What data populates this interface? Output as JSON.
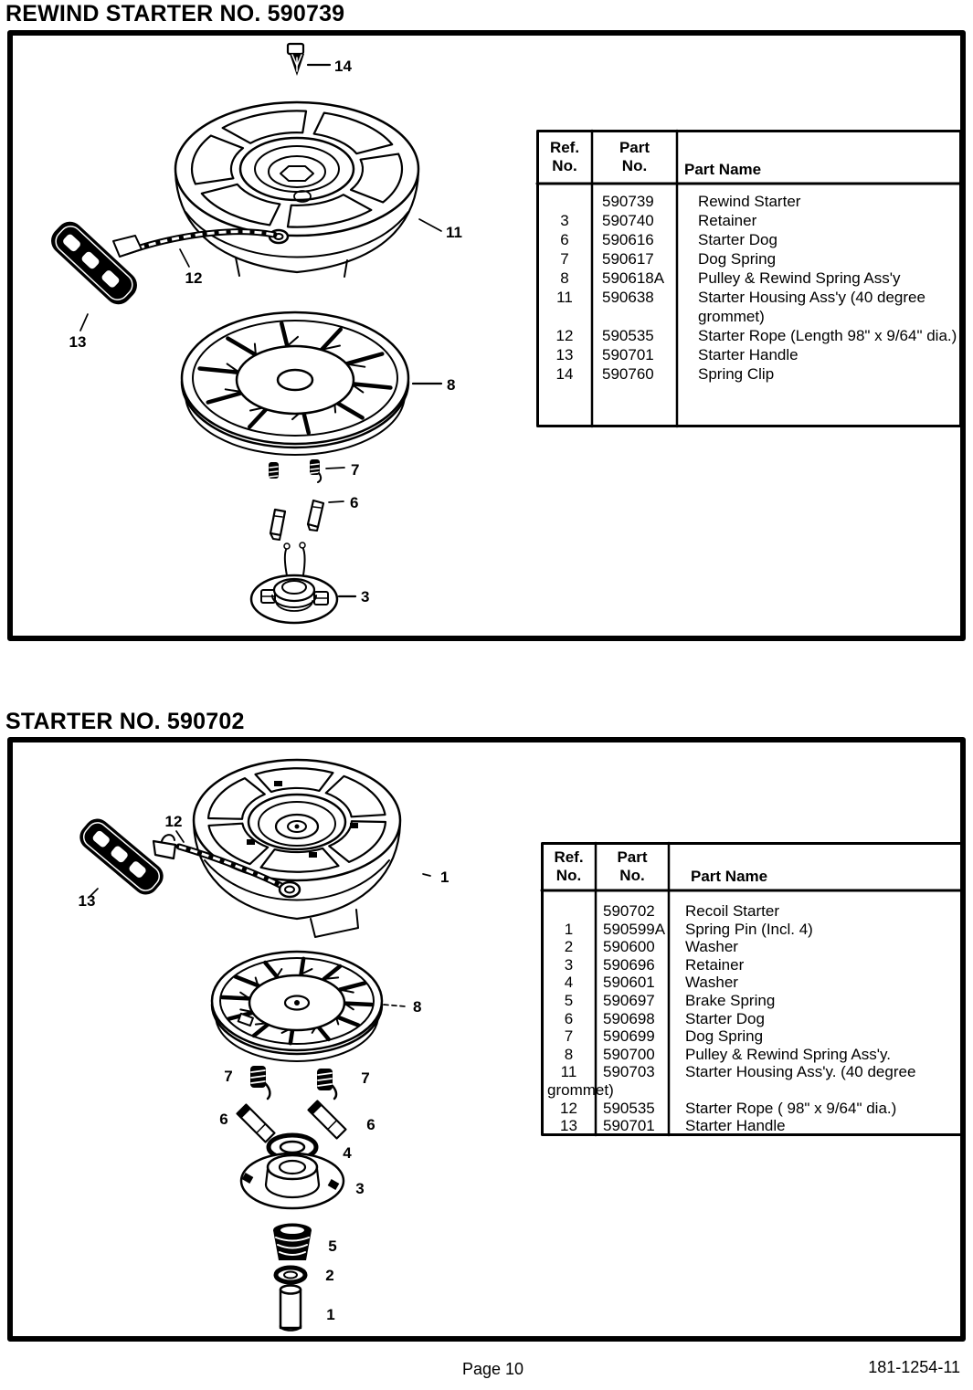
{
  "page": {
    "footer_page_label": "Page 10",
    "footer_doc_number": "181-1254-11",
    "ink_color": "#000000",
    "paper_color": "#ffffff"
  },
  "sections": [
    {
      "title": "REWIND STARTER NO. 590739",
      "callouts": {
        "spring_clip": "14",
        "housing": "11",
        "rope": "12",
        "handle": "13",
        "pulley": "8",
        "dog_spring": "7",
        "starter_dog": "6",
        "retainer": "3"
      },
      "table": {
        "headers": {
          "ref_line1": "Ref.",
          "ref_line2": "No.",
          "part_line1": "Part",
          "part_line2": "No.",
          "name": "Part Name"
        },
        "rows": [
          {
            "ref": "",
            "part": "590739",
            "name": "Rewind Starter"
          },
          {
            "ref": "3",
            "part": "590740",
            "name": "Retainer"
          },
          {
            "ref": "6",
            "part": "590616",
            "name": "Starter Dog"
          },
          {
            "ref": "7",
            "part": "590617",
            "name": "Dog Spring"
          },
          {
            "ref": "8",
            "part": "590618A",
            "name": "Pulley & Rewind Spring Ass'y"
          },
          {
            "ref": "11",
            "part": "590638",
            "name": "Starter Housing Ass'y (40 degree grommet)"
          },
          {
            "ref": "12",
            "part": "590535",
            "name": "Starter Rope (Length 98\" x 9/64\" dia.)"
          },
          {
            "ref": "13",
            "part": "590701",
            "name": "Starter Handle"
          },
          {
            "ref": "14",
            "part": "590760",
            "name": "Spring Clip"
          }
        ]
      }
    },
    {
      "title": "STARTER NO. 590702",
      "callouts": {
        "rope": "12",
        "handle": "13",
        "housing": "1",
        "pulley": "8",
        "dog_spring_left": "7",
        "dog_spring_right": "7",
        "starter_dog_left": "6",
        "starter_dog_right": "6",
        "washer_upper": "4",
        "retainer": "3",
        "brake_spring": "5",
        "washer_lower": "2",
        "spring_pin": "1"
      },
      "table": {
        "headers": {
          "ref_line1": "Ref.",
          "ref_line2": "No.",
          "part_line1": "Part",
          "part_line2": "No.",
          "name": "Part Name"
        },
        "rows": [
          {
            "ref": "",
            "part": "590702",
            "name": "Recoil Starter"
          },
          {
            "ref": "1",
            "part": "590599A",
            "name": "Spring Pin (Incl. 4)"
          },
          {
            "ref": "2",
            "part": "590600",
            "name": "Washer"
          },
          {
            "ref": "3",
            "part": "590696",
            "name": "Retainer"
          },
          {
            "ref": "4",
            "part": "590601",
            "name": "Washer"
          },
          {
            "ref": "5",
            "part": "590697",
            "name": "Brake Spring"
          },
          {
            "ref": "6",
            "part": "590698",
            "name": "Starter Dog"
          },
          {
            "ref": "7",
            "part": "590699",
            "name": "Dog Spring"
          },
          {
            "ref": "8",
            "part": "590700",
            "name": "Pulley & Rewind Spring Ass'y."
          },
          {
            "ref": "11",
            "part": "590703",
            "name": "Starter Housing Ass'y. (40 degree"
          },
          {
            "ref": "grommet)",
            "part": "",
            "name": "",
            "span": true
          },
          {
            "ref": "12",
            "part": "590535",
            "name": "Starter Rope ( 98\" x 9/64\" dia.)"
          },
          {
            "ref": "13",
            "part": "590701",
            "name": "Starter Handle"
          }
        ]
      }
    }
  ]
}
